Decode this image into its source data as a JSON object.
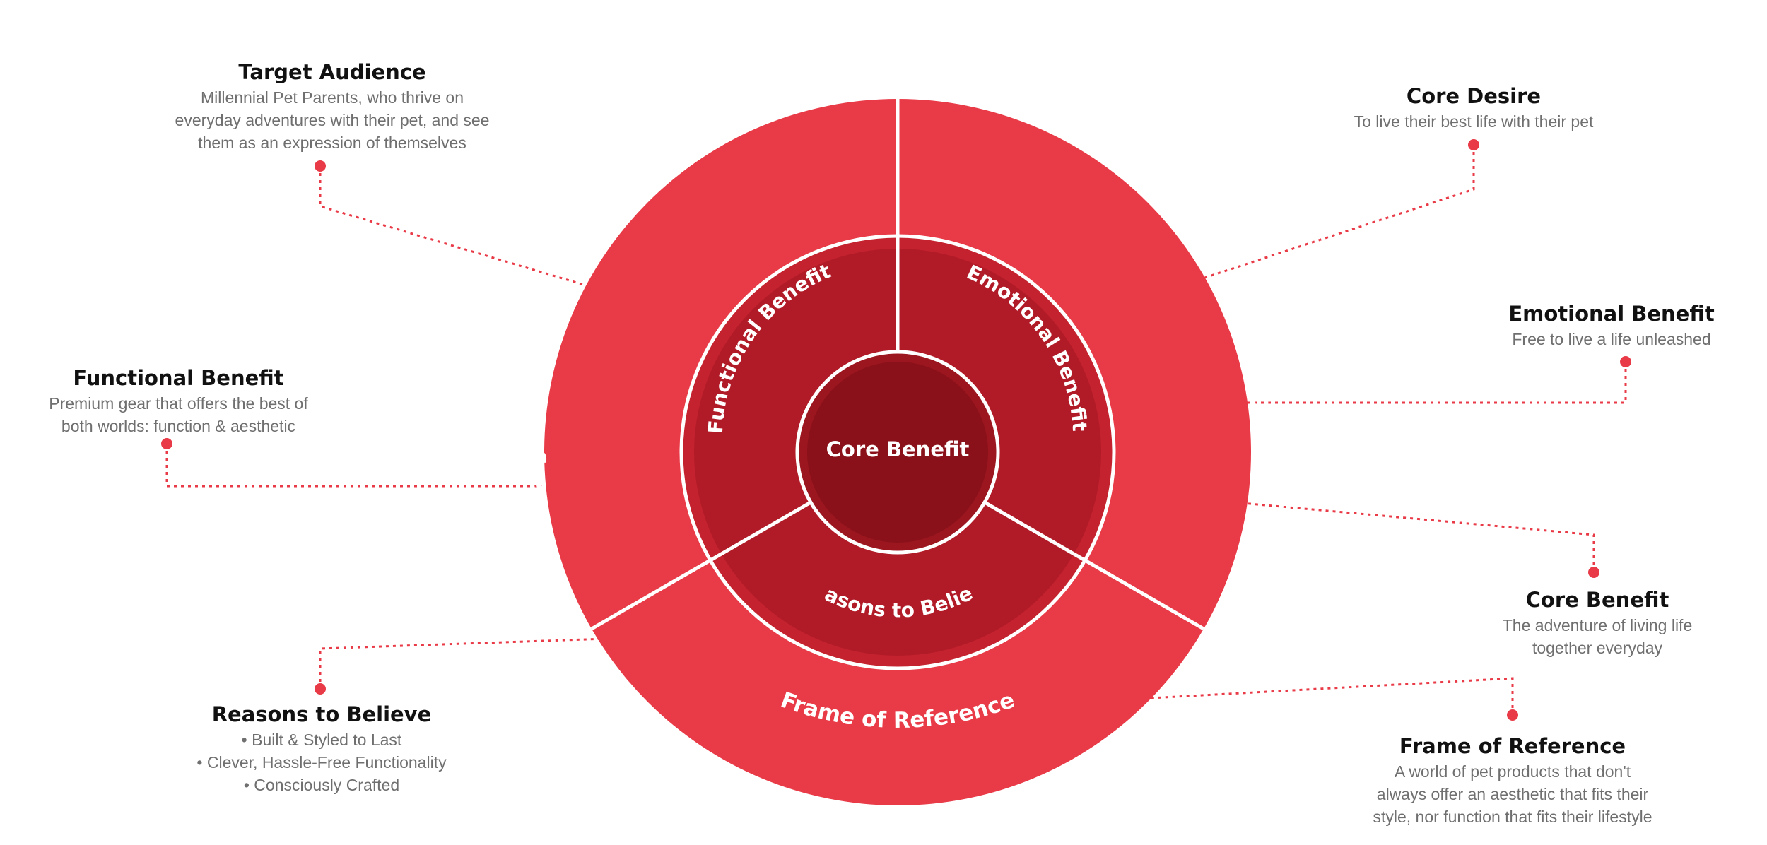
{
  "colors": {
    "outer_ring": "#e93a47",
    "middle_ring": "#c4222e",
    "middle_ring_inner": "#b11b27",
    "core_outer": "#9c1620",
    "core_inner": "#8a1119",
    "connector": "#e93a47",
    "divider": "#ffffff"
  },
  "rings": {
    "target_audience": "Target Audience",
    "core_desire": "Core Desire",
    "frame_of_reference": "Frame of Reference",
    "functional_benefit": "Functional Benefit",
    "emotional_benefit": "Emotional Benefit",
    "reasons_to_believe": "Reasons to Believe",
    "core_benefit": "Core Benefit"
  },
  "callouts": {
    "target_audience": {
      "title": "Target Audience",
      "lines": [
        "Millennial Pet Parents, who thrive on",
        "everyday adventures with their pet, and see",
        "them as an expression of themselves"
      ]
    },
    "core_desire": {
      "title": "Core Desire",
      "lines": [
        "To live their best life with their pet"
      ]
    },
    "emotional_benefit": {
      "title": "Emotional Benefit",
      "lines": [
        "Free to live a life unleashed"
      ]
    },
    "functional_benefit": {
      "title": "Functional Benefit",
      "lines": [
        "Premium gear that offers the best of",
        "both worlds: function & aesthetic"
      ]
    },
    "core_benefit": {
      "title": "Core Benefit",
      "lines": [
        "The adventure of living life",
        "together everyday"
      ]
    },
    "reasons_to_believe": {
      "title": "Reasons to Believe",
      "lines": [
        "• Built & Styled to Last",
        "• Clever, Hassle-Free Functionality",
        "• Consciously Crafted"
      ]
    },
    "frame_of_reference": {
      "title": "Frame of Reference",
      "lines": [
        "A world of pet products that don't",
        "always offer an aesthetic that fits their",
        "style, nor function that fits their lifestyle"
      ]
    }
  }
}
